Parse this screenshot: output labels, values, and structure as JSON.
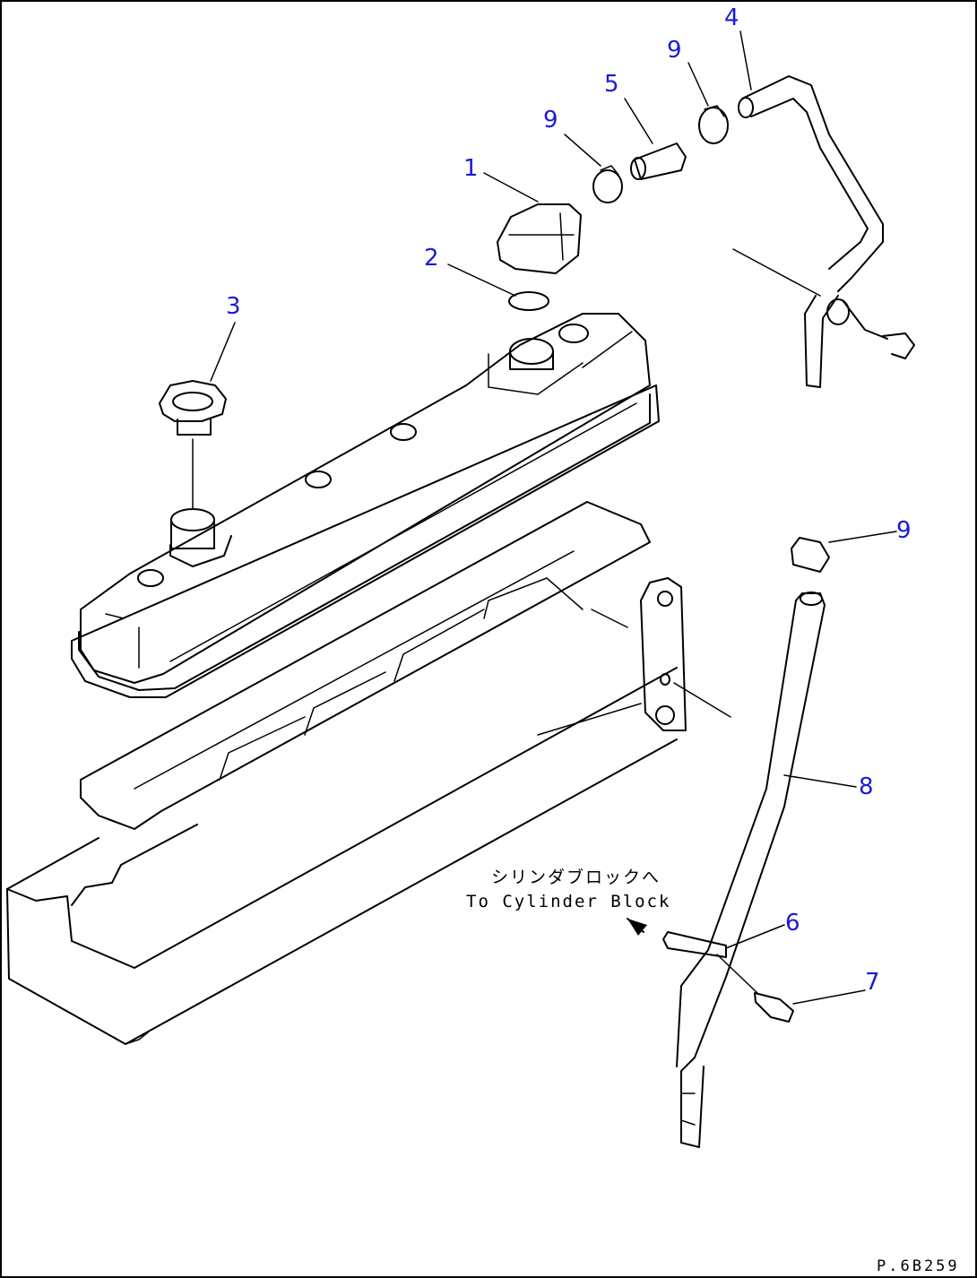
{
  "callouts": {
    "c1": "1",
    "c2": "2",
    "c3": "3",
    "c4": "4",
    "c5": "5",
    "c6": "6",
    "c7": "7",
    "c8": "8",
    "c9a": "9",
    "c9b": "9",
    "c9c": "9"
  },
  "note": {
    "jp": "シリンダブロックへ",
    "en": "To Cylinder Block"
  },
  "drawing_code": "P.6B259",
  "colors": {
    "callout": "#1a1ad8",
    "line": "#000000",
    "frame": "#000000"
  }
}
